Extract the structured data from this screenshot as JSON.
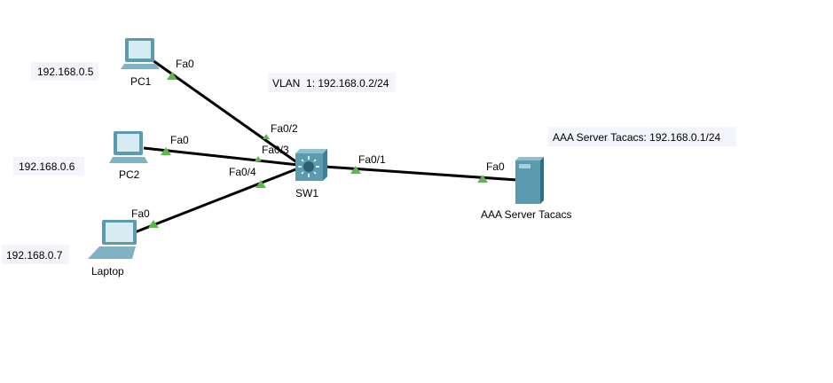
{
  "canvas": {
    "devices": {
      "pc1": {
        "label": "PC1",
        "port": "Fa0",
        "icon": "pc-icon"
      },
      "pc2": {
        "label": "PC2",
        "port": "Fa0",
        "icon": "pc-icon"
      },
      "laptop": {
        "label": "Laptop",
        "port": "Fa0",
        "icon": "laptop-icon"
      },
      "sw1": {
        "label": "SW1",
        "ports": {
          "to_pc1": "Fa0/2",
          "to_pc2": "Fa0/3",
          "to_laptop": "Fa0/4",
          "to_server": "Fa0/1"
        },
        "icon": "multilayer-switch-icon"
      },
      "server": {
        "label": "AAA Server Tacacs",
        "port": "Fa0",
        "icon": "server-icon"
      }
    },
    "notes": {
      "pc1_ip": "192.168.0.5",
      "pc2_ip": "192.168.0.6",
      "laptop_ip": "192.168.0.7",
      "vlan": "VLAN  1: 192.168.0.2/24",
      "server": "AAA Server Tacacs: 192.168.0.1/24"
    },
    "colors": {
      "link_up": "#5cb84a",
      "device": "#5b9bb0"
    }
  }
}
